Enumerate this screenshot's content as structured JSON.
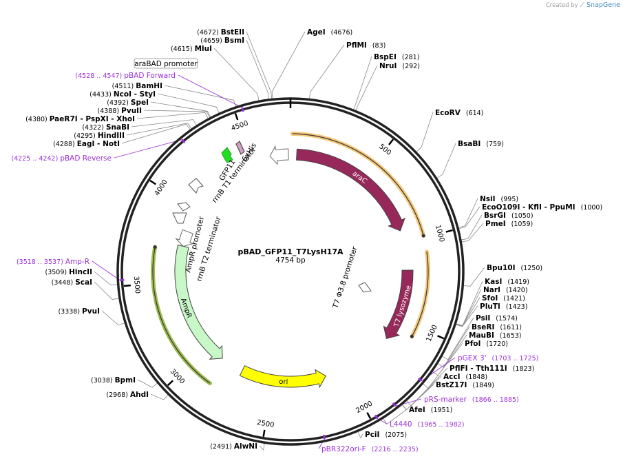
{
  "credit": {
    "prefix": "Created by",
    "brand": "SnapGene"
  },
  "plasmid": {
    "name": "pBAD_GFP11_T7LysH17A",
    "size_label": "4754 bp",
    "length": 4754
  },
  "ticks": [
    {
      "value": 500,
      "label": "500"
    },
    {
      "value": 1000,
      "label": "1000"
    },
    {
      "value": 1500,
      "label": "1500"
    },
    {
      "value": 2000,
      "label": "2000"
    },
    {
      "value": 2500,
      "label": "2500"
    },
    {
      "value": 3000,
      "label": "3000"
    },
    {
      "value": 3500,
      "label": "3500"
    },
    {
      "value": 4000,
      "label": "4000"
    },
    {
      "value": 4500,
      "label": "4500"
    }
  ],
  "features": [
    {
      "name": "araC",
      "start": 40,
      "end": 920,
      "dir": 1,
      "color": "#96285a",
      "lane": "inner",
      "shown_label": "araC"
    },
    {
      "name": "T7 lysozyme",
      "start": 1180,
      "end": 1650,
      "dir": 1,
      "color": "#96285a",
      "lane": "inner",
      "shown_label": "T7 lysozyme"
    },
    {
      "name": "ori",
      "start": 2130,
      "end": 2720,
      "dir": -1,
      "color": "#ffff00",
      "lane": "mid",
      "shown_label": "ori"
    },
    {
      "name": "AmpR",
      "start": 2880,
      "end": 3740,
      "dir": -1,
      "color": "#c8f7c8",
      "lane": "mid",
      "shown_label": "AmpR"
    },
    {
      "name": "AmpR promoter",
      "start": 3740,
      "end": 3845,
      "dir": -1,
      "color": "#ffffff",
      "lane": "mid",
      "shown_label": "AmpR promoter"
    },
    {
      "name": "araBAD promoter",
      "start": 4620,
      "end": 4740,
      "dir": -1,
      "color": "#ffffff",
      "lane": "inner",
      "shown_label": ""
    }
  ],
  "highlights": [
    {
      "start": 10,
      "end": 990,
      "color": "#f5c87a"
    },
    {
      "start": 1080,
      "end": 1560,
      "color": "#f5c87a"
    },
    {
      "start": 2850,
      "end": 3700,
      "color": "#9ebd52"
    }
  ],
  "small_features": [
    {
      "name": "GFP11",
      "color": "#22dd22"
    },
    {
      "name": "6xHis",
      "color": "#d0a0c0"
    },
    {
      "name": "rrnB T1 terminator",
      "color": "#ffffff"
    },
    {
      "name": "T7 Φ3.8 promoter",
      "color": "#ffffff"
    }
  ],
  "inner_labels": {
    "gfp11": "GFP11",
    "his": "6xHis",
    "rrnb_t1": "rrnB T1 terminator",
    "ampr_promoter": "AmpR promoter",
    "rrnb_t2": "rrnB T2 terminator",
    "t7_promoter": "T7 Φ3.8 promoter",
    "arabad": "araBAD promoter"
  },
  "sites_right": [
    {
      "name": "AgeI",
      "pos": "(4676)"
    },
    {
      "name": "PflMI",
      "pos": "(83)"
    },
    {
      "name": "BspEI",
      "pos": "(281)"
    },
    {
      "name": "NruI",
      "pos": "(292)"
    },
    {
      "name": "EcoRV",
      "pos": "(614)"
    },
    {
      "name": "BsaBI",
      "pos": "(759)"
    },
    {
      "name": "NsiI",
      "pos": "(995)"
    },
    {
      "name": "EcoO109I - KflI - PpuMI",
      "pos": "(1000)"
    },
    {
      "name": "BsrGI",
      "pos": "(1050)"
    },
    {
      "name": "PmeI",
      "pos": "(1059)"
    },
    {
      "name": "Bpu10I",
      "pos": "(1250)"
    },
    {
      "name": "KasI",
      "pos": "(1419)"
    },
    {
      "name": "NarI",
      "pos": "(1420)"
    },
    {
      "name": "SfoI",
      "pos": "(1421)"
    },
    {
      "name": "PluTI",
      "pos": "(1423)"
    },
    {
      "name": "PsiI",
      "pos": "(1574)"
    },
    {
      "name": "BseRI",
      "pos": "(1611)"
    },
    {
      "name": "MauBI",
      "pos": "(1653)"
    },
    {
      "name": "PfoI",
      "pos": "(1720)"
    },
    {
      "name": "PflFI - Tth111I",
      "pos": "(1823)"
    },
    {
      "name": "AccI",
      "pos": "(1848)"
    },
    {
      "name": "BstZ17I",
      "pos": "(1849)"
    },
    {
      "name": "AfeI",
      "pos": "(1951)"
    },
    {
      "name": "PciI",
      "pos": "(2075)"
    }
  ],
  "sites_left": [
    {
      "name": "BstEII",
      "pos": "(4672)"
    },
    {
      "name": "BsmI",
      "pos": "(4659)"
    },
    {
      "name": "MluI",
      "pos": "(4615)"
    },
    {
      "name": "BamHI",
      "pos": "(4511)"
    },
    {
      "name": "NcoI - StyI",
      "pos": "(4433)"
    },
    {
      "name": "SpeI",
      "pos": "(4392)"
    },
    {
      "name": "PvuII",
      "pos": "(4388)"
    },
    {
      "name": "PaeR7I - PspXI - XhoI",
      "pos": "(4380)"
    },
    {
      "name": "SnaBI",
      "pos": "(4322)"
    },
    {
      "name": "HindIII",
      "pos": "(4295)"
    },
    {
      "name": "EagI - NotI",
      "pos": "(4288)"
    },
    {
      "name": "HincII",
      "pos": "(3509)"
    },
    {
      "name": "ScaI",
      "pos": "(3448)"
    },
    {
      "name": "PvuI",
      "pos": "(3338)"
    },
    {
      "name": "BpmI",
      "pos": "(3038)"
    },
    {
      "name": "AhdI",
      "pos": "(2968)"
    },
    {
      "name": "AlwNI",
      "pos": "(2491)"
    }
  ],
  "primers": [
    {
      "name": "pBAD Forward",
      "range": "(4528 .. 4547)"
    },
    {
      "name": "pBAD Reverse",
      "range": "(4225 .. 4242)"
    },
    {
      "name": "Amp-R",
      "range": "(3518 .. 3537)"
    },
    {
      "name": "pGEX 3'",
      "range": "(1703 .. 1725)"
    },
    {
      "name": "pRS-marker",
      "range": "(1866 .. 1885)"
    },
    {
      "name": "L4440",
      "range": "(1965 .. 1982)"
    },
    {
      "name": "pBR322ori-F",
      "range": "(2216 .. 2235)"
    }
  ],
  "primer_ticks": [
    4537,
    4233,
    3527,
    1714,
    1875,
    1973,
    2225
  ]
}
